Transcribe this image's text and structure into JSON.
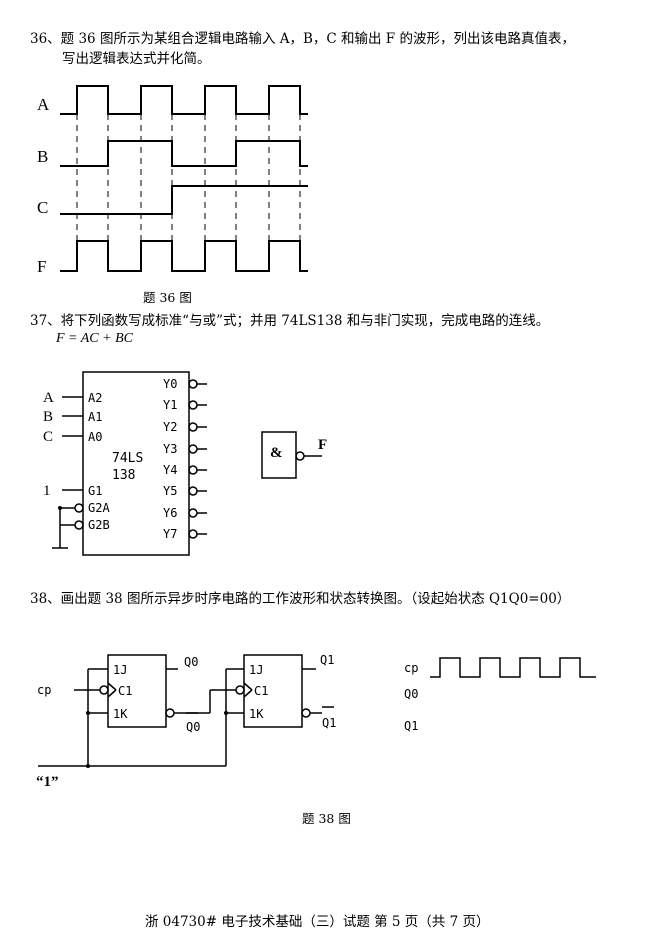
{
  "q36": {
    "line1": "36、题 36 图所示为某组合逻辑电路输入 A，B，C 和输出 F 的波形，列出该电路真值表，",
    "line2": "写出逻辑表达式并化简。",
    "signals": [
      "A",
      "B",
      "C",
      "F"
    ],
    "caption": "题 36 图"
  },
  "q37": {
    "line1": "37、将下列函数写成标准“与或”式；并用 74LS138 和与非门实现，完成电路的连线。",
    "formula": "F = AC + BC",
    "inputs": [
      "A",
      "B",
      "C",
      "1"
    ],
    "pin_A2": "A2",
    "pin_A1": "A1",
    "pin_A0": "A0",
    "pin_G1": "G1",
    "pin_G2A": "G2A",
    "pin_G2B": "G2B",
    "chip_name_1": "74LS",
    "chip_name_2": "138",
    "outputs": [
      "Y0",
      "Y1",
      "Y2",
      "Y3",
      "Y4",
      "Y5",
      "Y6",
      "Y7"
    ],
    "gate_symbol": "&",
    "gate_output": "F"
  },
  "q38": {
    "line1": "38、画出题 38 图所示异步时序电路的工作波形和状态转换图。（设起始状态 Q1Q0=00）",
    "ff0": {
      "j": "1J",
      "c": "C1",
      "k": "1K",
      "q": "Q0",
      "qbar": "Q0"
    },
    "ff1": {
      "j": "1J",
      "c": "C1",
      "k": "1K",
      "q": "Q1",
      "qbar": "Q1"
    },
    "cp_label": "cp",
    "one_label": "“1”",
    "wave_labels": [
      "cp",
      "Q0",
      "Q1"
    ],
    "caption": "题 38 图"
  },
  "footer": "浙 04730# 电子技术基础（三）试题 第 5 页（共 7 页）"
}
